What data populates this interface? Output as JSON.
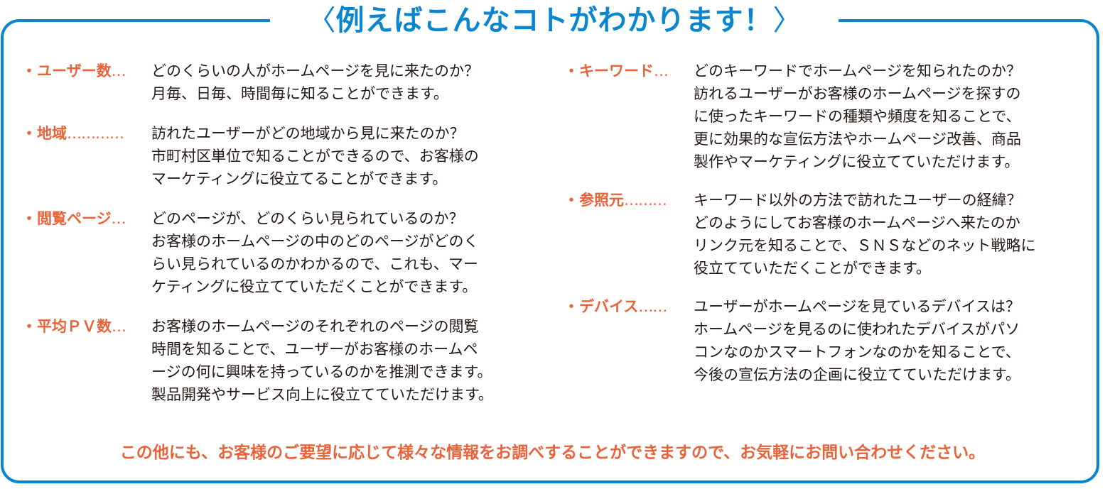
{
  "header": {
    "title": "例えばこんなコトがわかります！",
    "left_bracket": "〈",
    "right_bracket": "〉"
  },
  "colors": {
    "frame": "#0a86d0",
    "title": "#0a86d0",
    "term": "#e8633a",
    "body_text": "#231815",
    "footer": "#e8633a"
  },
  "left_column": [
    {
      "bullet": "・",
      "term": "ユーザー数",
      "leader": "…",
      "lines": [
        "どのくらいの人がホームページを見に来たのか？",
        "月毎、日毎、時間毎に知ることができます。"
      ]
    },
    {
      "bullet": "・",
      "term": "地域",
      "leader": "…………",
      "lines": [
        "訪れたユーザーがどの地域から見に来たのか？",
        "市町村区単位で知ることができるので、お客様の",
        "マーケティングに役立てることができます。"
      ]
    },
    {
      "bullet": "・",
      "term": "閲覧ページ",
      "leader": "…",
      "lines": [
        "どのページが、どのくらい見られているのか？",
        "お客様のホームページの中のどのページがどのく",
        "らい見られているのかわかるので、これも、マー",
        "ケティングに役立てていただくことができます。"
      ]
    },
    {
      "bullet": "・",
      "term": "平均ＰＶ数",
      "leader": "…",
      "lines": [
        "お客様のホームページのそれぞれのページの閲覧",
        "時間を知ることで、ユーザーがお客様のホームペ",
        "ージの何に興味を持っているのかを推測できます。",
        "製品開発やサービス向上に役立てていただけます。"
      ]
    }
  ],
  "right_column": [
    {
      "bullet": "・",
      "term": "キーワード",
      "leader": "…",
      "lines": [
        "どのキーワードでホームページを知られたのか？",
        "訪れるユーザーがお客様のホームページを探すの",
        "に使ったキーワードの種類や頻度を知ることで、",
        "更に効果的な宣伝方法やホームページ改善、商品",
        "製作やマーケティングに役立てていただけます。"
      ]
    },
    {
      "bullet": "・",
      "term": "参照元",
      "leader": "………",
      "lines": [
        "キーワード以外の方法で訪れたユーザーの経緯？",
        "どのようにしてお客様のホームページへ来たのか",
        "リンク元を知ることで、ＳＮＳなどのネット戦略に",
        "役立てていただくことができます。"
      ]
    },
    {
      "bullet": "・",
      "term": "デバイス",
      "leader": "……",
      "lines": [
        "ユーザーがホームページを見ているデバイスは？",
        "ホームページを見るのに使われたデバイスがパソ",
        "コンなのかスマートフォンなのかを知ることで、",
        "今後の宣伝方法の企画に役立てていただけます。"
      ]
    }
  ],
  "footer": {
    "text": "この他にも、お客様のご要望に応じて様々な情報をお調べすることができますので、お気軽にお問い合わせください。"
  }
}
